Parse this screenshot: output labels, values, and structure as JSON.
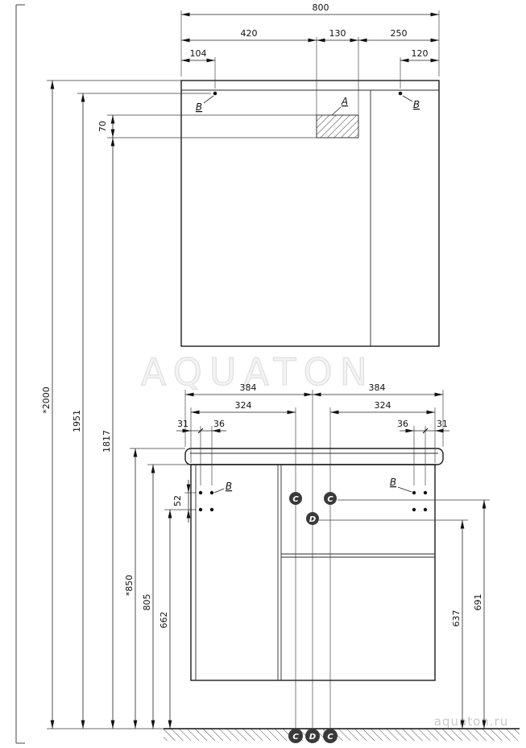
{
  "watermark": {
    "brand": "AQUATON",
    "site": "aquaton.ru"
  },
  "callouts": {
    "a": "A",
    "b": "B",
    "c": "C",
    "d": "D"
  },
  "mirror_dims": {
    "total_width": "800",
    "left_section": "420",
    "lamp_width": "130",
    "right_section": "250",
    "left_screw_offset": "104",
    "right_screw_offset": "120",
    "lamp_height": "70"
  },
  "height_dims": {
    "overall": "*2000",
    "mirror_screws": "1951",
    "lamp_bottom": "1817"
  },
  "cabinet_dims": {
    "half_left": "384",
    "half_right": "384",
    "rail_left": "324",
    "rail_right": "324",
    "edge_left": "31",
    "hinge_left": "36",
    "hinge_right": "36",
    "edge_right": "31",
    "screw_spacing": "52",
    "overall_height": "*850",
    "body_height": "805",
    "screw_height": "662",
    "inner_height": "637",
    "outer_height": "691"
  }
}
